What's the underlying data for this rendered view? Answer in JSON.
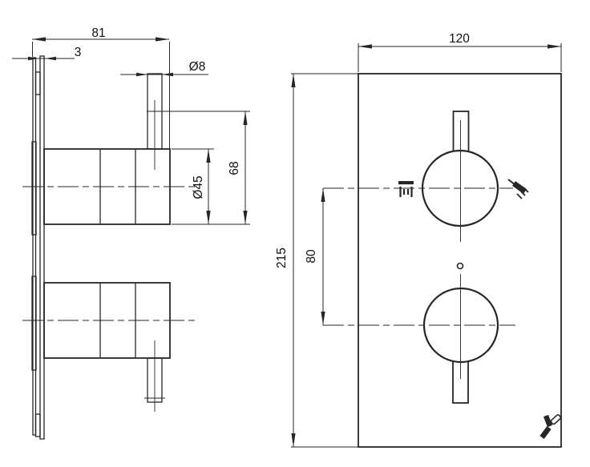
{
  "drawing": {
    "background": "#ffffff",
    "line_color": "#262626",
    "text_color": "#111111",
    "dimensions": {
      "side_overall_depth": "81",
      "plate_thickness": "3",
      "stem_diameter": "Ø8",
      "handle_diameter": "Ø45",
      "handle_projection": "68",
      "plate_width": "120",
      "plate_height": "215",
      "handle_spacing": "80"
    },
    "icons": {
      "top_handle_left": "rain-shower-icon",
      "top_handle_right": "hand-shower-icon",
      "bottom_right": "mixer-diverter-icon"
    }
  }
}
